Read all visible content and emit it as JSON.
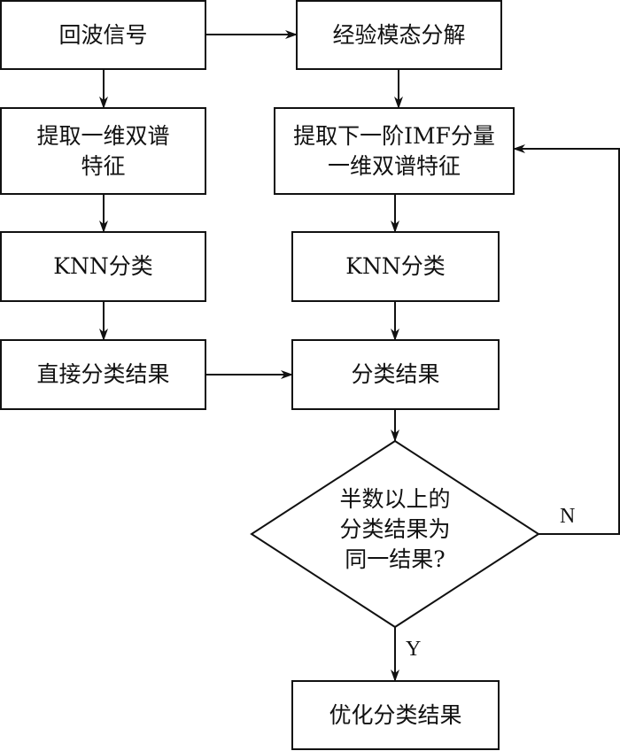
{
  "diagram": {
    "type": "flowchart",
    "colors": {
      "stroke": "#111111",
      "background": "#ffffff",
      "text": "#111111"
    },
    "nodes": [
      {
        "id": "echo",
        "shape": "rect",
        "label": "回波信号"
      },
      {
        "id": "emd",
        "shape": "rect",
        "label": "经验模态分解"
      },
      {
        "id": "extract_1d",
        "shape": "rect",
        "label": "提取一维双谱\n特征"
      },
      {
        "id": "extract_imf",
        "shape": "rect",
        "label": "提取下一阶IMF分量\n一维双谱特征"
      },
      {
        "id": "knn_left",
        "shape": "rect",
        "label": "KNN分类"
      },
      {
        "id": "knn_right",
        "shape": "rect",
        "label": "KNN分类"
      },
      {
        "id": "direct_result",
        "shape": "rect",
        "label": "直接分类结果"
      },
      {
        "id": "class_result",
        "shape": "rect",
        "label": "分类结果"
      },
      {
        "id": "decision",
        "shape": "diamond",
        "label": "半数以上的\n分类结果为\n同一结果?"
      },
      {
        "id": "optimized",
        "shape": "rect",
        "label": "优化分类结果"
      }
    ],
    "edges": [
      {
        "from": "echo",
        "to": "emd",
        "label": ""
      },
      {
        "from": "echo",
        "to": "extract_1d",
        "label": ""
      },
      {
        "from": "emd",
        "to": "extract_imf",
        "label": ""
      },
      {
        "from": "extract_1d",
        "to": "knn_left",
        "label": ""
      },
      {
        "from": "extract_imf",
        "to": "knn_right",
        "label": ""
      },
      {
        "from": "knn_left",
        "to": "direct_result",
        "label": ""
      },
      {
        "from": "knn_right",
        "to": "class_result",
        "label": ""
      },
      {
        "from": "direct_result",
        "to": "class_result",
        "label": ""
      },
      {
        "from": "class_result",
        "to": "decision",
        "label": ""
      },
      {
        "from": "decision",
        "to": "optimized",
        "label": "Y"
      },
      {
        "from": "decision",
        "to": "extract_imf",
        "label": "N"
      }
    ]
  }
}
